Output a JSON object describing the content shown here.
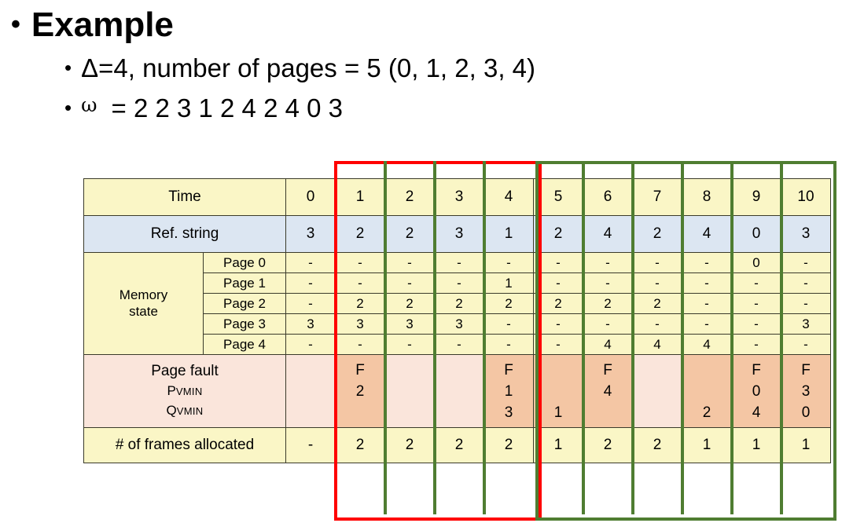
{
  "slide": {
    "title": "Example",
    "bullets": [
      {
        "level": 1,
        "text": "Example"
      },
      {
        "level": 2,
        "text": "Δ=4, number of pages = 5 (0, 1, 2, 3, 4)"
      },
      {
        "level": 2,
        "omega": "ω",
        "text": "= 2 2 3 1 2 4 2 4 0 3"
      }
    ]
  },
  "table": {
    "row_labels": {
      "time": "Time",
      "ref_string": "Ref. string",
      "memory_state": "Memory\nstate",
      "memory_state_line1": "Memory",
      "memory_state_line2": "state",
      "page_fault": "Page fault",
      "pvmin_letter": "P",
      "pvmin_sub": "VMIN",
      "qvmin_letter": "Q",
      "qvmin_sub": "VMIN",
      "frames": "# of frames allocated"
    },
    "page_labels": [
      "Page 0",
      "Page 1",
      "Page 2",
      "Page 3",
      "Page 4"
    ],
    "time": [
      "0",
      "1",
      "2",
      "3",
      "4",
      "5",
      "6",
      "7",
      "8",
      "9",
      "10"
    ],
    "ref_string": [
      "3",
      "2",
      "2",
      "3",
      "1",
      "2",
      "4",
      "2",
      "4",
      "0",
      "3"
    ],
    "memory_state": [
      [
        "-",
        "-",
        "-",
        "-",
        "-",
        "-",
        "-",
        "-",
        "-",
        "0",
        "-"
      ],
      [
        "-",
        "-",
        "-",
        "-",
        "1",
        "-",
        "-",
        "-",
        "-",
        "-",
        "-"
      ],
      [
        "-",
        "2",
        "2",
        "2",
        "2",
        "2",
        "2",
        "2",
        "-",
        "-",
        "-"
      ],
      [
        "3",
        "3",
        "3",
        "3",
        "-",
        "-",
        "-",
        "-",
        "-",
        "-",
        "3"
      ],
      [
        "-",
        "-",
        "-",
        "-",
        "-",
        "-",
        "4",
        "4",
        "4",
        "-",
        "-"
      ]
    ],
    "page_fault": [
      {
        "fault": false,
        "lines": [
          "",
          "",
          ""
        ]
      },
      {
        "fault": true,
        "lines": [
          "F",
          "2",
          ""
        ]
      },
      {
        "fault": false,
        "lines": [
          "",
          "",
          ""
        ]
      },
      {
        "fault": false,
        "lines": [
          "",
          "",
          ""
        ]
      },
      {
        "fault": true,
        "lines": [
          "F",
          "1",
          "3"
        ]
      },
      {
        "fault": true,
        "lines": [
          "",
          "",
          "1"
        ]
      },
      {
        "fault": true,
        "lines": [
          "F",
          "4",
          ""
        ]
      },
      {
        "fault": false,
        "lines": [
          "",
          "",
          ""
        ]
      },
      {
        "fault": true,
        "lines": [
          "",
          "",
          "2"
        ]
      },
      {
        "fault": true,
        "lines": [
          "F",
          "0",
          "4"
        ]
      },
      {
        "fault": true,
        "lines": [
          "F",
          "3",
          "0"
        ]
      }
    ],
    "frames_allocated": [
      "-",
      "2",
      "2",
      "2",
      "2",
      "1",
      "2",
      "2",
      "1",
      "1",
      "1"
    ]
  },
  "annotations": {
    "red_box_color": "#ff0000",
    "green_box_color": "#4f7d31",
    "red_box_columns": [
      "1",
      "2",
      "3",
      "4"
    ],
    "green_box_columns": [
      "5",
      "6",
      "7",
      "8",
      "9",
      "10"
    ]
  },
  "colors": {
    "yellow": "#faf6c6",
    "blue": "#dce6f2",
    "orange_light": "#fae5db",
    "orange_dark": "#f4c6a4",
    "border": "#3a3a2a"
  }
}
